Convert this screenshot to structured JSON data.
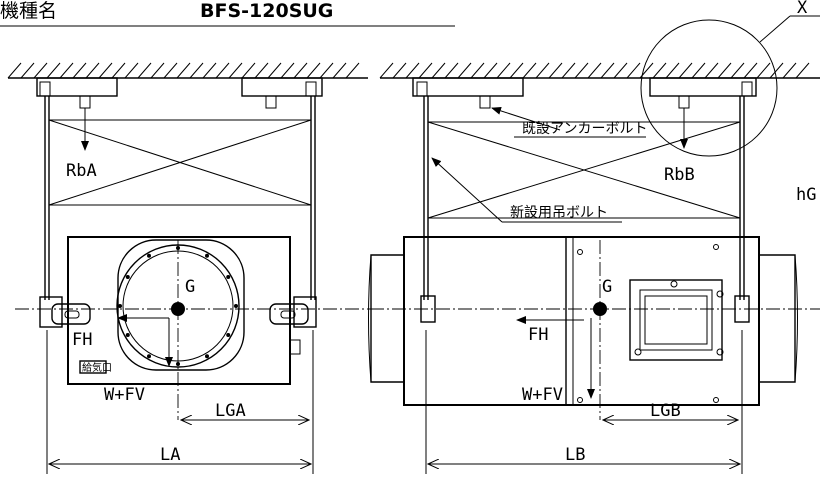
{
  "title": {
    "label": "機種名",
    "model": "BFS-120SUG"
  },
  "detail_mark": "X",
  "left_view": {
    "reaction": "RbA",
    "center": "G",
    "horizontal_force": "FH",
    "vertical_force": "W+FV",
    "port_label": "給気口",
    "dim_center": "LGA",
    "dim_span": "LA"
  },
  "right_view": {
    "reaction": "RbB",
    "center": "G",
    "horizontal_force": "FH",
    "vertical_force": "W+FV",
    "anchor_bolt": "既設アンカーボルト",
    "hanging_bolt": "新設用吊ボルト",
    "height": "hG",
    "dim_center": "LGB",
    "dim_span": "LB"
  }
}
